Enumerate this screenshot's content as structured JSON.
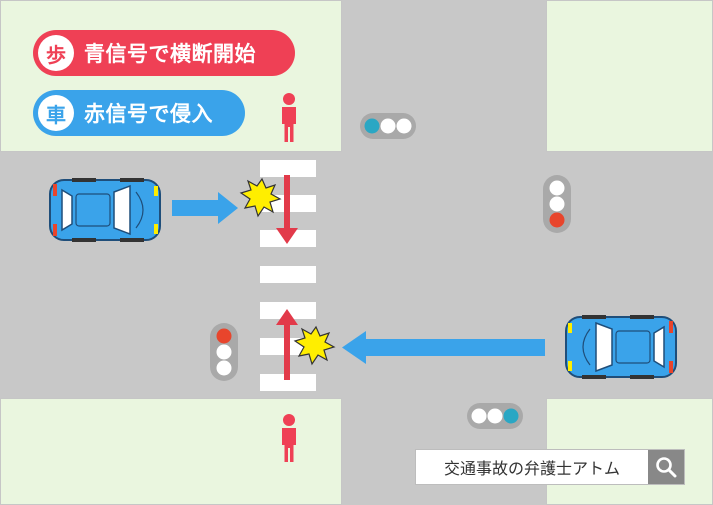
{
  "legend": [
    {
      "badge": "歩",
      "text": "青信号で横断開始",
      "color": "#ef4055"
    },
    {
      "badge": "車",
      "text": "赤信号で侵入",
      "color": "#3aa3ea"
    }
  ],
  "search": {
    "label": "交通事故の弁護士アトム",
    "icon": "search-icon"
  },
  "colors": {
    "road": "#c8c8c8",
    "grass": "#eaf6df",
    "crosswalk": "#ffffff",
    "car_body": "#3aa3ea",
    "pedestrian": "#ef4055",
    "arrow_blue": "#3aa3ea",
    "arrow_red": "#e23a4a",
    "collision": "#ffee00",
    "light_on_blue": "#2aa7c4",
    "light_on_red": "#e8452c",
    "light_off": "#ffffff"
  }
}
